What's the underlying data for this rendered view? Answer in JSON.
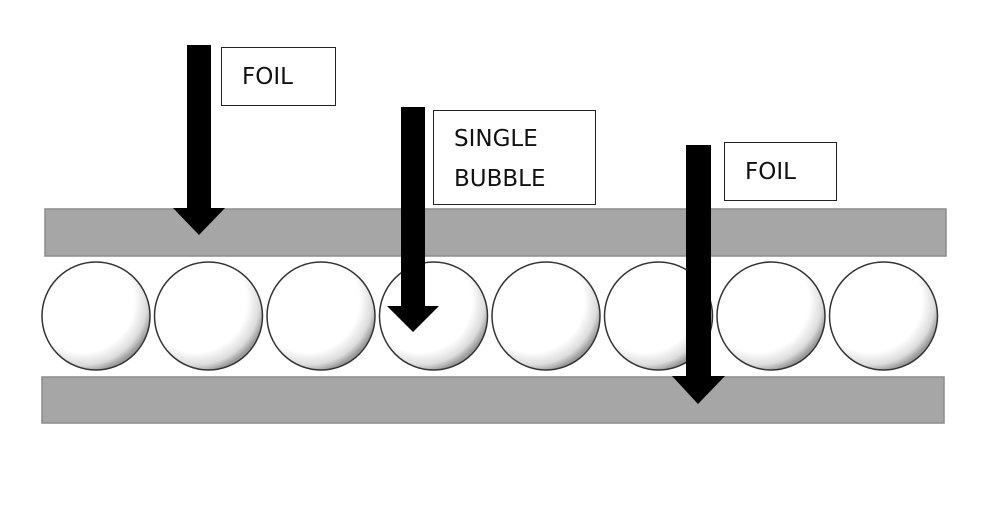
{
  "diagram": {
    "labels": {
      "top_foil": "FOIL",
      "bubble_line1": "SINGLE",
      "bubble_line2": "BUBBLE",
      "bottom_foil": "FOIL"
    },
    "bubble_count": 8,
    "colors": {
      "foil_fill": "#a6a6a6",
      "foil_stroke": "#8c8c8c",
      "bubble_stroke": "#333333",
      "bubble_shade": "#9a9a9a",
      "arrow": "#000000",
      "background": "#ffffff"
    }
  }
}
